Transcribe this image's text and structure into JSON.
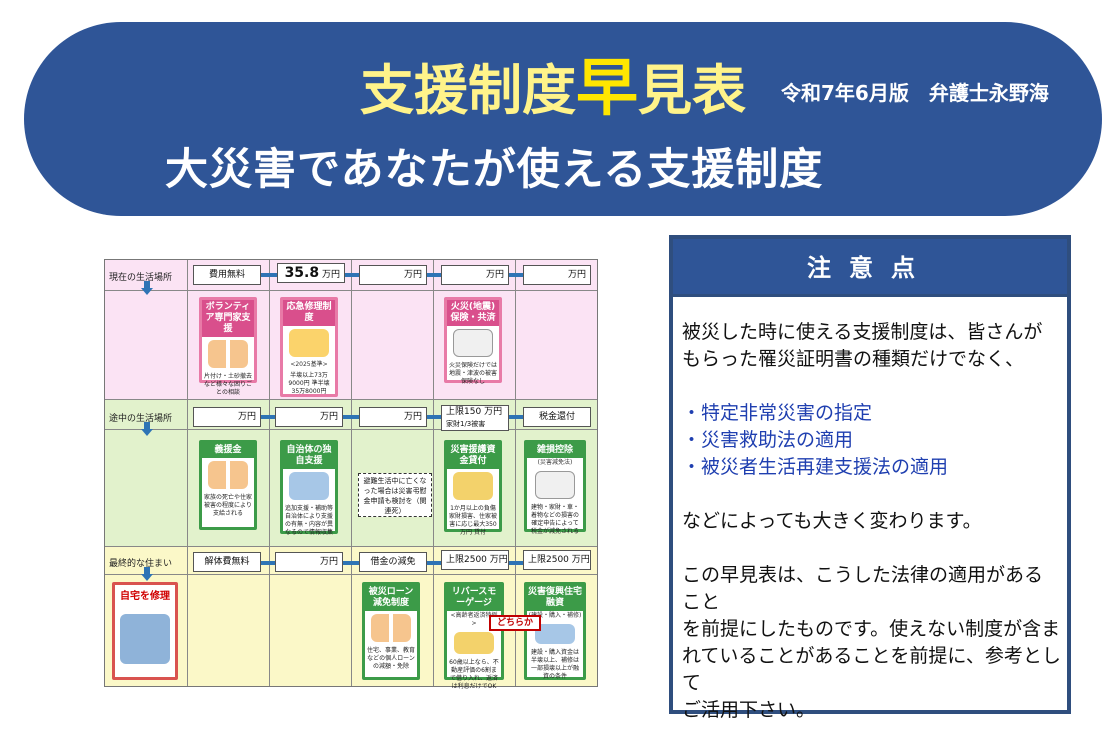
{
  "header": {
    "title_part1": "支援制度",
    "title_accent": "早",
    "title_part2": "見表",
    "edition": "令和7年6月版　弁護士永野海",
    "subtitle": "大災害であなたが使える支援制度"
  },
  "chart": {
    "rows": [
      {
        "label": "現在の生活場所"
      },
      {
        "label": "途中の生活場所"
      },
      {
        "label": "最終的な住まい"
      }
    ],
    "cost_row1": [
      {
        "text": "費用無料"
      },
      {
        "amount": "35.8",
        "unit": "万円"
      },
      {
        "unit": "万円"
      },
      {
        "unit": "万円"
      },
      {
        "unit": "万円"
      }
    ],
    "cost_row2": [
      {
        "unit": "万円"
      },
      {
        "unit": "万円"
      },
      {
        "unit": "万円"
      },
      {
        "prefix": "上限150",
        "unit": "万円",
        "sub": "家財1/3被害"
      },
      {
        "text": "税金還付"
      }
    ],
    "cost_row3": [
      {
        "text": "解体費無料"
      },
      {
        "unit": "万円"
      },
      {
        "text": "借金の減免"
      },
      {
        "prefix": "上限2500",
        "unit": "万円"
      },
      {
        "prefix": "上限2500",
        "unit": "万円"
      }
    ],
    "cards": {
      "volunteer": {
        "title": "ボランティア専門家支援",
        "body": "片付け・土砂撤去など様々な困りごとの相談"
      },
      "emergency_repair": {
        "title": "応急修理制度",
        "note": "<2025基準>",
        "body": "半壊以上73万9000円 準半壊35万8000円"
      },
      "fire_insurance": {
        "title": "火災(地震)保険・共済",
        "body": "火災保険だけでは地震・津波の被害保険なし"
      },
      "donation": {
        "title": "義援金",
        "body": "家族の死亡や住家被害の程度により支給される"
      },
      "local_support": {
        "title": "自治体の独自支援",
        "body": "追加支援・補助等自治体により支援の有無・内容が異なるので情報収集"
      },
      "relief_loan": {
        "title": "災害援護資金貸付",
        "body": "1か月以上の負傷家財損害、住家被害に応じ最大350万円 貸付"
      },
      "casualty_deduction": {
        "title": "雑損控除",
        "note": "(災害減免法)",
        "body": "建物・家財・車・着物などの損害の確定申告によって税金が減免される"
      },
      "repair_home": {
        "title": "自宅を修理"
      },
      "loan_reduction": {
        "title": "被災ローン減免制度",
        "body": "住宅、事業、教育などの個人ローンの減額・免除"
      },
      "reverse_mortgage": {
        "title": "リバースモーゲージ",
        "note": "<高齢者返済特例>",
        "body": "60歳以上なら、不動産評価の6割まで借り入れ、返済は利息だけでOK"
      },
      "rebuild_loan": {
        "title": "災害復興住宅融資",
        "note": "(建設・購入・補修)",
        "body": "建設・購入資金は半壊以上、補修は一部損壊以上が融資の条件"
      }
    },
    "dashed_note": "避難生活中に亡くなった場合は災害弔慰金申請も検討を（関連死）",
    "either_badge": "どちらか"
  },
  "notes": {
    "heading": "注意点",
    "para1_line1": "被災した時に使える支援制度は、皆さんが",
    "para1_line2": "もらった罹災証明書の種類だけでなく、",
    "bullets": [
      "・特定非常災害の指定",
      "・災害救助法の適用",
      "・被災者生活再建支援法の適用"
    ],
    "para2": "などによっても大きく変わります。",
    "para3_line1": "この早見表は、こうした法律の適用があること",
    "para3_line2": "を前提にしたものです。使えない制度が含ま",
    "para3_line3": "れていることがあることを前提に、参考として",
    "para3_line4": "ご活用下さい。"
  },
  "colors": {
    "banner": "#2f5597",
    "title_yellow": "#fff38a",
    "accent": "#2e74b5",
    "notes_bullet": "#1f3fb0"
  }
}
